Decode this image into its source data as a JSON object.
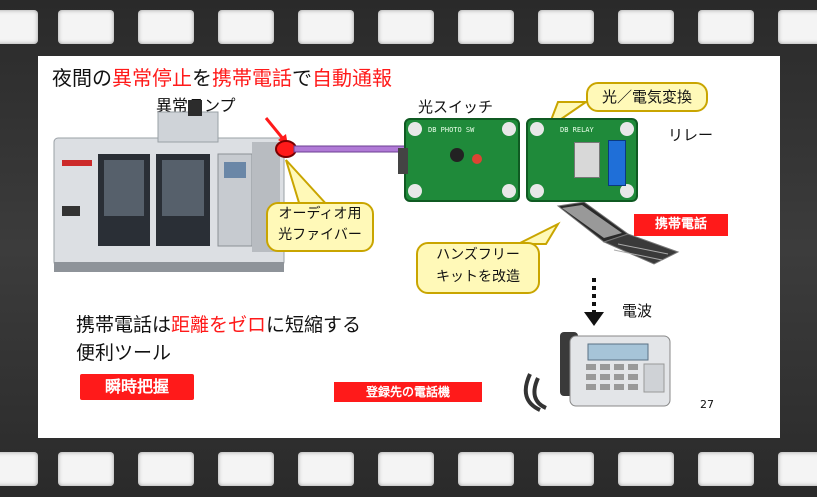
{
  "slide": {
    "title_parts": [
      {
        "text": "夜間の",
        "color": "#111111"
      },
      {
        "text": "異常停止",
        "color": "#ff1a1a"
      },
      {
        "text": "を",
        "color": "#111111"
      },
      {
        "text": "携帯電話",
        "color": "#ff1a1a"
      },
      {
        "text": "で",
        "color": "#111111"
      },
      {
        "text": "自動通報",
        "color": "#ff1a1a"
      }
    ],
    "abnormal_lamp_label": "異常ランプ",
    "optical_switch_label": "光スイッチ",
    "conversion_callout": "光／電気変換",
    "relay_label": "リレー",
    "fiber_callout_line1": "オーディオ用",
    "fiber_callout_line2": "光ファイバー",
    "mobile_phone_badge": "携帯電話",
    "handsfree_callout_line1": "ハンズフリー",
    "handsfree_callout_line2": "キットを改造",
    "radio_wave_label": "電波",
    "body_line1_parts": [
      {
        "text": "携帯電話は",
        "color": "#111111"
      },
      {
        "text": "距離をゼロ",
        "color": "#ff1a1a"
      },
      {
        "text": "に短縮する",
        "color": "#111111"
      }
    ],
    "body_line2": "便利ツール",
    "instant_badge": "瞬時把握",
    "registered_phone_badge": "登録先の電話機",
    "page_number": "27",
    "photo_board_text": "DB PHOTO SW",
    "relay_board_text": "DB RELAY"
  },
  "colors": {
    "accent_red": "#ff1a1a",
    "callout_fill": "#fff9b8",
    "fiber": "#b07ad6",
    "board_green": "#1f8a3a"
  }
}
